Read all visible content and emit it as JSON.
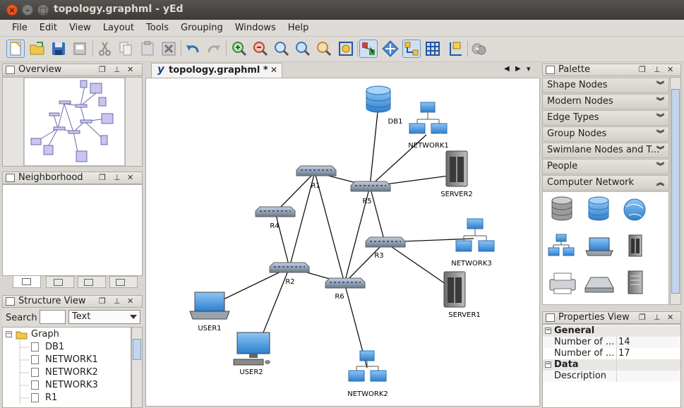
{
  "window": {
    "title": "topology.graphml - yEd"
  },
  "menu": [
    "File",
    "Edit",
    "View",
    "Layout",
    "Tools",
    "Grouping",
    "Windows",
    "Help"
  ],
  "panels": {
    "overview": "Overview",
    "neighborhood": "Neighborhood",
    "structure": "Structure View",
    "palette": "Palette",
    "properties": "Properties View"
  },
  "structure": {
    "search_label": "Search",
    "search_value": "",
    "type_value": "Text",
    "tree": [
      "Graph",
      "DB1",
      "NETWORK1",
      "NETWORK2",
      "NETWORK3",
      "R1"
    ]
  },
  "document": {
    "tab_label": "topology.graphml *"
  },
  "palette": {
    "sections": [
      "Shape Nodes",
      "Modern Nodes",
      "Edge Types",
      "Group Nodes",
      "Swimlane Nodes and T...",
      "People",
      "Computer Network"
    ],
    "expanded_index": 6
  },
  "properties": {
    "general": "General",
    "data": "Data",
    "rows": [
      {
        "key": "Number of ...",
        "value": "14"
      },
      {
        "key": "Number of ...",
        "value": "17"
      }
    ],
    "description": "Description"
  },
  "graph": {
    "nodes": [
      {
        "id": "DB1",
        "label": "DB1",
        "type": "database"
      },
      {
        "id": "NETWORK1",
        "label": "NETWORK1",
        "type": "network"
      },
      {
        "id": "SERVER2",
        "label": "SERVER2",
        "type": "server"
      },
      {
        "id": "R1",
        "label": "R1",
        "type": "router"
      },
      {
        "id": "R5",
        "label": "R5",
        "type": "router"
      },
      {
        "id": "R4",
        "label": "R4",
        "type": "router"
      },
      {
        "id": "R3",
        "label": "R3",
        "type": "router"
      },
      {
        "id": "NETWORK3",
        "label": "NETWORK3",
        "type": "network"
      },
      {
        "id": "R2",
        "label": "R2",
        "type": "router"
      },
      {
        "id": "R6",
        "label": "R6",
        "type": "router"
      },
      {
        "id": "SERVER1",
        "label": "SERVER1",
        "type": "server"
      },
      {
        "id": "USER1",
        "label": "USER1",
        "type": "laptop"
      },
      {
        "id": "USER2",
        "label": "USER2",
        "type": "workstation"
      },
      {
        "id": "NETWORK2",
        "label": "NETWORK2",
        "type": "network"
      }
    ]
  },
  "colors": {
    "accent": "#6e93c4",
    "node_blue": "#3f8fd6",
    "router": "#8a97a6"
  }
}
